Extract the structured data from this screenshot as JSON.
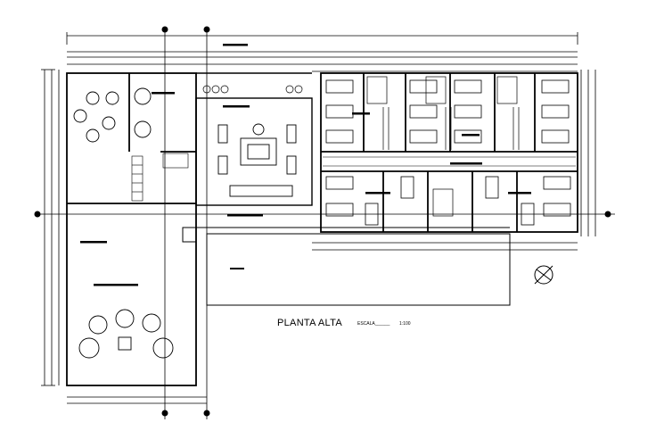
{
  "drawing": {
    "title": "PLANTA ALTA",
    "scale_label": "ESCALA______",
    "scale_value": "1:100"
  },
  "colors": {
    "line": "#000000",
    "background": "#ffffff"
  }
}
